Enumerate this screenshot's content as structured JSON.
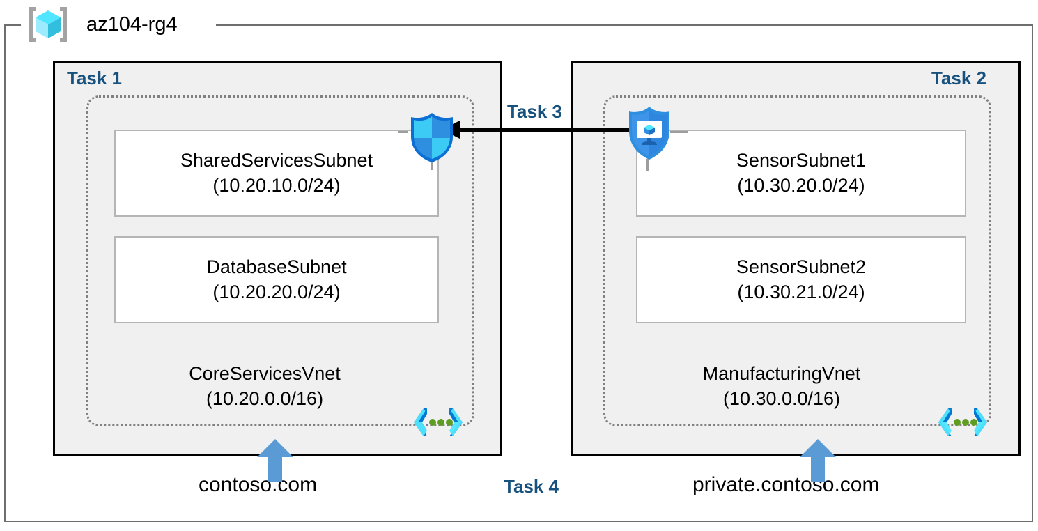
{
  "diagram": {
    "type": "azure-network-architecture",
    "resource_group": {
      "name": "az104-rg4",
      "icon": "resource-group-cube-icon"
    },
    "colors": {
      "task_label": "#17517E",
      "task_box_border": "#000000",
      "task_box_fill": "#f0f0f0",
      "vnet_border": "#808080",
      "subnet_border": "#b5b5b5",
      "arrow_black": "#000000",
      "arrow_blue": "#5B9BD5",
      "cube_cyan": "#50E6FF",
      "cube_blue": "#32BEDD",
      "shield_blue": "#0078D4",
      "shield_cyan": "#50E6FF",
      "vnet_glyph_blue": "#0078D4",
      "vnet_glyph_cyan": "#50E6FF",
      "vnet_glyph_green": "#5E9C22"
    },
    "tasks": [
      {
        "id": "task1",
        "label": "Task 1"
      },
      {
        "id": "task2",
        "label": "Task 2"
      },
      {
        "id": "task3",
        "label": "Task 3"
      },
      {
        "id": "task4",
        "label": "Task 4"
      }
    ],
    "vnets": [
      {
        "id": "vnet1",
        "name": "CoreServicesVnet",
        "address_space": "(10.20.0.0/16)",
        "icon": "virtual-network-icon",
        "subnets": [
          {
            "name": "SharedServicesSubnet",
            "address_space": "(10.20.10.0/24)"
          },
          {
            "name": "DatabaseSubnet",
            "address_space": "(10.20.20.0/24)"
          }
        ]
      },
      {
        "id": "vnet2",
        "name": "ManufacturingVnet",
        "address_space": "(10.30.0.0/16)",
        "icon": "virtual-network-icon",
        "subnets": [
          {
            "name": "SensorSubnet1",
            "address_space": "(10.30.20.0/24)"
          },
          {
            "name": "SensorSubnet2",
            "address_space": "(10.30.21.0/24)"
          }
        ]
      }
    ],
    "dns_zones": [
      {
        "id": "dns1",
        "name": "contoso.com"
      },
      {
        "id": "dns2",
        "name": "private.contoso.com"
      }
    ],
    "connections": [
      {
        "id": "peering",
        "label": "Task 3",
        "direction": "right-to-left",
        "from": "ManufacturingVnet",
        "to": "CoreServicesVnet",
        "style": "solid-black-arrow"
      },
      {
        "id": "dns-link-1",
        "label": "Task 4",
        "direction": "up",
        "from": "contoso.com",
        "to": "CoreServicesVnet",
        "style": "blue-up-arrow"
      },
      {
        "id": "dns-link-2",
        "label": "Task 4",
        "direction": "up",
        "from": "private.contoso.com",
        "to": "ManufacturingVnet",
        "style": "blue-up-arrow"
      }
    ],
    "security_icons": [
      {
        "id": "shield-left",
        "icon": "shield-icon",
        "attached_to": "SharedServicesSubnet"
      },
      {
        "id": "shield-right",
        "icon": "shield-monitor-icon",
        "attached_to": "SensorSubnet1"
      }
    ]
  }
}
